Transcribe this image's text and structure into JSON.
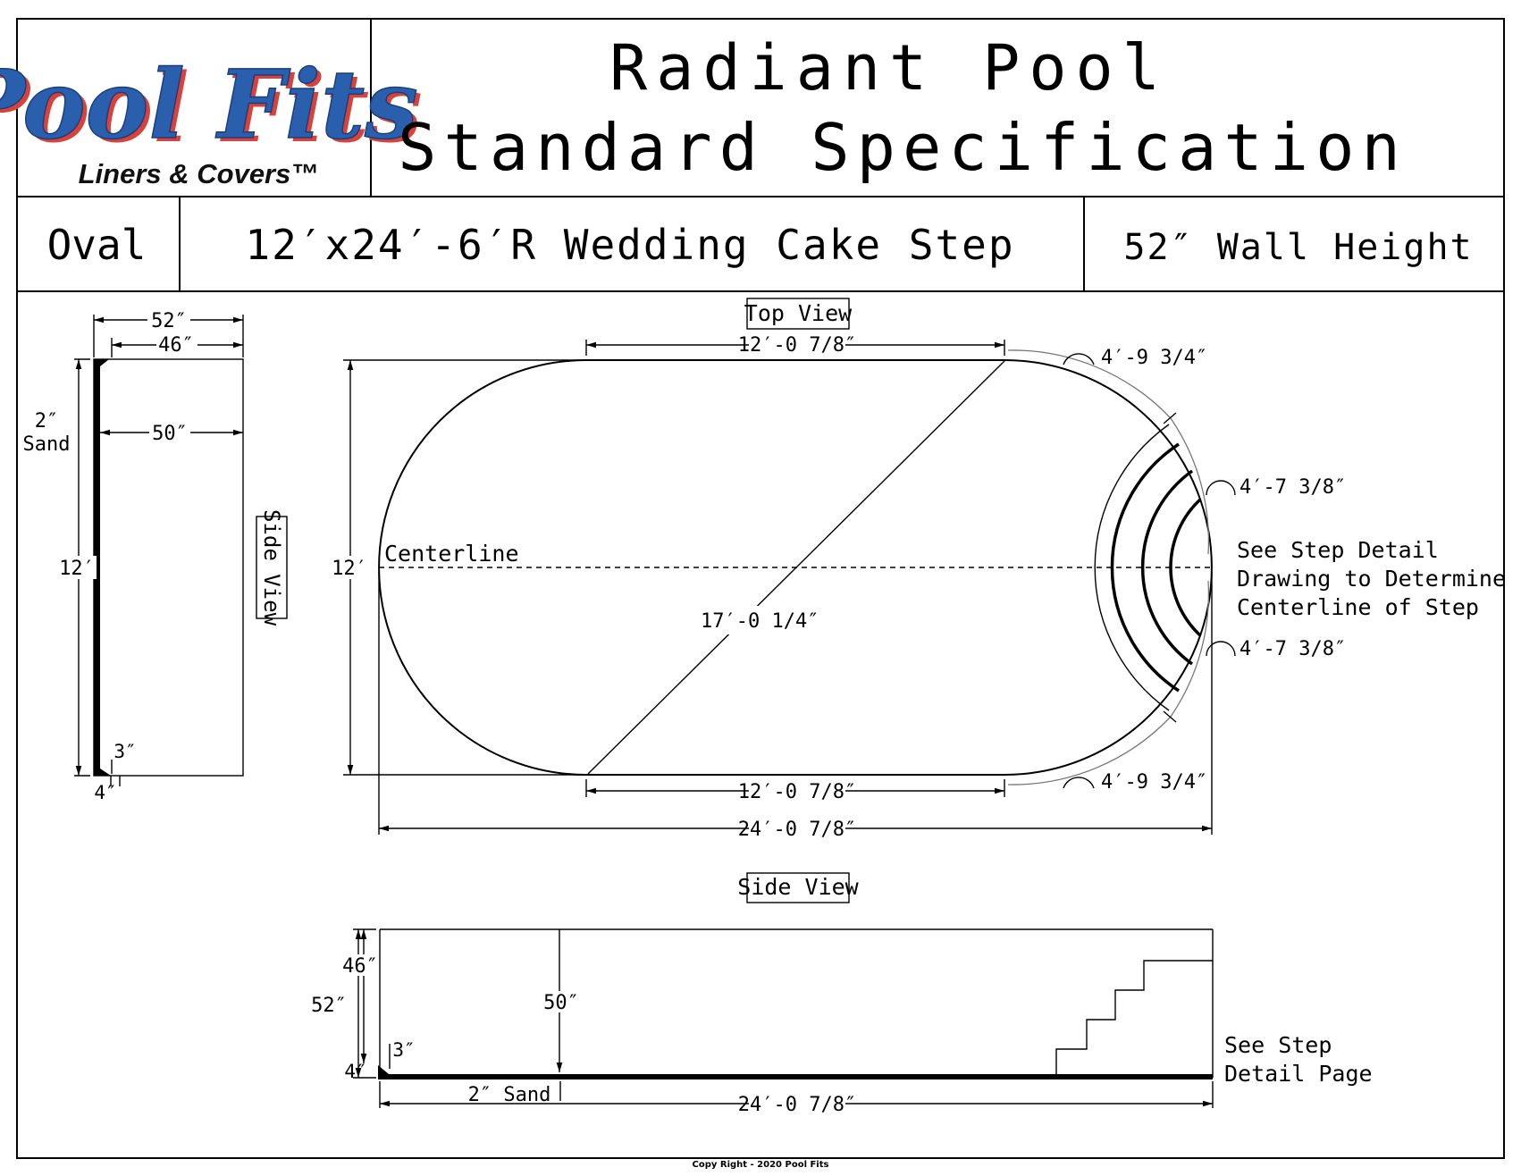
{
  "logo": {
    "brand": "Pool Fits",
    "tagline": "Liners & Covers™"
  },
  "header": {
    "title_line1": "Radiant Pool",
    "title_line2": "Standard Specification",
    "shape": "Oval",
    "model": "12′x24′-6′R Wedding Cake Step",
    "wall_height": "52″ Wall Height"
  },
  "side_view_left": {
    "label": "Side View",
    "dims": {
      "top_52": "52″",
      "top_46": "46″",
      "sand_2": "2″",
      "sand_word": "Sand",
      "mid_50": "50″",
      "height_12": "12′",
      "bottom_3": "3″",
      "bottom_4": "4″"
    }
  },
  "top_view": {
    "label": "Top View",
    "straight_top": "12′-0 7/8″",
    "straight_bottom": "12′-0 7/8″",
    "overall_length": "24′-0 7/8″",
    "width": "12′",
    "diagonal": "17′-0 1/4″",
    "centerline": "Centerline",
    "arc_upper": "4′-9 3/4″",
    "arc_upper_mid": "4′-7 3/8″",
    "arc_lower_mid": "4′-7 3/8″",
    "arc_lower": "4′-9 3/4″",
    "step_note": [
      "See Step Detail",
      "Drawing to Determine",
      "Centerline of Step"
    ]
  },
  "side_view_bottom": {
    "label": "Side View",
    "dim_52": "52″",
    "dim_46": "46″",
    "dim_50": "50″",
    "dim_3": "3″",
    "dim_4": "4″",
    "sand": "2″ Sand",
    "overall_length": "24′-0 7/8″",
    "step_note": [
      "See Step",
      "Detail Page"
    ]
  },
  "footer": {
    "copyright": "Copy Right - 2020 Pool Fits"
  },
  "colors": {
    "logo_blue": "#2a5fae",
    "logo_red": "#d9413a",
    "line": "#000000"
  }
}
